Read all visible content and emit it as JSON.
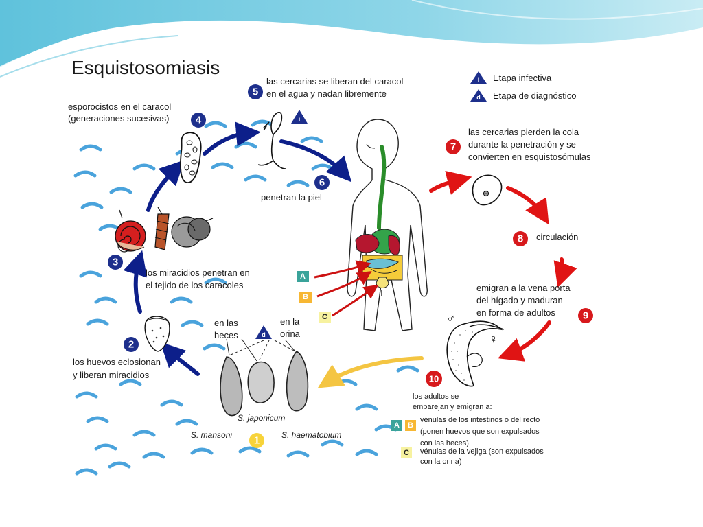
{
  "title": "Esquistosomiasis",
  "legend": {
    "infective_letter": "i",
    "infective_label": "Etapa infectiva",
    "diagnostic_letter": "d",
    "diagnostic_label": "Etapa de diagnóstico"
  },
  "steps": {
    "s1": "1",
    "s2": {
      "num": "2",
      "line1": "los huevos eclosionan",
      "line2": "y liberan miracidios"
    },
    "s3": {
      "num": "3",
      "line1": "los miracidios penetran en",
      "line2": "el tejido de los caracoles"
    },
    "s4": {
      "num": "4",
      "line1": "esporocistos en el caracol",
      "line2": "(generaciones sucesivas)"
    },
    "s5": {
      "num": "5",
      "line1": "las cercarias se liberan del caracol",
      "line2": "en el agua y nadan libremente"
    },
    "s6": {
      "num": "6",
      "line1": "penetran la piel"
    },
    "s7": {
      "num": "7",
      "line1": "las cercarias pierden la cola",
      "line2": "durante la penetración y se",
      "line3": "convierten en esquistosómulas"
    },
    "s8": {
      "num": "8",
      "line1": "circulación"
    },
    "s9": {
      "num": "9",
      "line1": "emigran a la vena porta",
      "line2": "del hígado y maduran",
      "line3": "en forma de adultos"
    },
    "s10": {
      "num": "10",
      "line1": "los adultos se",
      "line2": "emparejan y emigran a:"
    }
  },
  "eggs": {
    "heces_line1": "en las",
    "heces_line2": "heces",
    "orina_line1": "en la",
    "orina_line2": "orina",
    "species_1": "S. mansoni",
    "species_2": "S. japonicum",
    "species_3": "S. haematobium"
  },
  "routes": {
    "a": "A",
    "b": "B",
    "c": "C",
    "ab_line1": "vénulas de los intestinos o del recto",
    "ab_line2": "(ponen huevos que son expulsados",
    "ab_line3": "con las heces)",
    "c_line1": "vénulas de la vejiga (son expulsados",
    "c_line2": "con la orina)"
  },
  "symbols": {
    "male": "♂",
    "female": "♀"
  },
  "colors": {
    "blue_badge": "#1d2f8c",
    "red_badge": "#d7191c",
    "yellow_badge": "#f7d33a",
    "teal_badge": "#3aa39a",
    "orange_badge": "#f7b733",
    "water": "#4aa3dc",
    "arrow_blue": "#0d1f8a",
    "arrow_red": "#e01414",
    "arrow_yellow": "#f4c542"
  }
}
